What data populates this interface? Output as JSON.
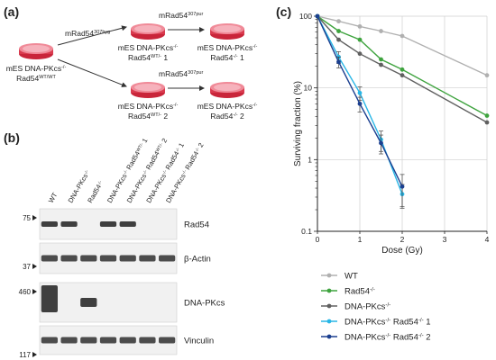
{
  "panel_labels": {
    "a": "(a)",
    "b": "(b)",
    "c": "(c)"
  },
  "panel_a": {
    "parent": {
      "line1": "mES DNA-PKcs",
      "line1_sup": "-/-",
      "line2": "Rad54",
      "line2_sup": "WT/WT"
    },
    "arrow1_label": {
      "text": "mRad54",
      "sup": "307hyg"
    },
    "arrow2_label": {
      "text": "mRad54",
      "sup": "307pur"
    },
    "arrow3_label": {
      "text": "mRad54",
      "sup": "307pur"
    },
    "mid_top": {
      "line1": "mES DNA-PKcs",
      "line1_sup": "-/-",
      "line2": "Rad54",
      "line2_sup": "WT/-",
      "line2_tail": " 1"
    },
    "mid_bottom": {
      "line1": "mES DNA-PKcs",
      "line1_sup": "-/-",
      "line2": "Rad54",
      "line2_sup": "WT/-",
      "line2_tail": " 2"
    },
    "end_top": {
      "line1": "mES DNA-PKcs",
      "line1_sup": "-/-",
      "line2": "Rad54",
      "line2_sup": "-/-",
      "line2_tail": " 1"
    },
    "end_bottom": {
      "line1": "mES DNA-PKcs",
      "line1_sup": "-/-",
      "line2": "Rad54",
      "line2_sup": "-/-",
      "line2_tail": " 2"
    }
  },
  "panel_b": {
    "lanes": [
      {
        "text": "WT",
        "sup": "",
        "tail": ""
      },
      {
        "text": "DNA-PKcs",
        "sup": "-/-",
        "tail": ""
      },
      {
        "text": "Rad54",
        "sup": "-/-",
        "tail": ""
      },
      {
        "text": "DNA-PKcs",
        "sup": "-/-",
        "text2": " Rad54",
        "sup2": "WT/-",
        "tail": " 1"
      },
      {
        "text": "DNA-PKcs",
        "sup": "-/-",
        "text2": " Rad54",
        "sup2": "WT/-",
        "tail": " 2"
      },
      {
        "text": "DNA-PKcs",
        "sup": "-/-",
        "text2": " Rad54",
        "sup2": "-/-",
        "tail": " 1"
      },
      {
        "text": "DNA-PKcs",
        "sup": "-/-",
        "text2": " Rad54",
        "sup2": "-/-",
        "tail": " 2"
      }
    ],
    "blots": [
      {
        "label": "Rad54",
        "marker_top": "75",
        "marker_bottom": "37",
        "bands": [
          1,
          1,
          0,
          1,
          1,
          0,
          0
        ]
      },
      {
        "label": "β-Actin",
        "bands": [
          1,
          1,
          1,
          1,
          1,
          1,
          1
        ]
      },
      {
        "label": "DNA-PKcs",
        "marker_top": "460",
        "bands": [
          1,
          0,
          1,
          0,
          0,
          0,
          0
        ]
      },
      {
        "label": "Vinculin",
        "marker_bottom": "117",
        "bands": [
          1,
          1,
          1,
          1,
          1,
          1,
          1
        ]
      }
    ]
  },
  "chart_data": {
    "type": "line",
    "title": "",
    "xlabel": "Dose (Gy)",
    "ylabel": "Surviving fraction (%)",
    "xlim": [
      0,
      4
    ],
    "ylim": [
      0.1,
      100
    ],
    "yscale": "log",
    "grid": true,
    "legend_position": "bottom",
    "x_ticks": [
      "0",
      "1",
      "2",
      "3",
      "4"
    ],
    "y_ticks": [
      "0.1",
      "1",
      "10",
      "100"
    ],
    "series": [
      {
        "name": "WT",
        "color": "#b0b0b0",
        "x": [
          0,
          0.5,
          1,
          1.5,
          2,
          4
        ],
        "y": [
          100,
          85,
          72,
          62,
          53,
          15
        ]
      },
      {
        "name": "Rad54",
        "name_sup": "-/-",
        "color": "#3ea33e",
        "x": [
          0,
          0.5,
          1,
          1.5,
          2,
          4
        ],
        "y": [
          100,
          62,
          47,
          25,
          18,
          4.1
        ]
      },
      {
        "name": "DNA-PKcs",
        "name_sup": "-/-",
        "color": "#606060",
        "x": [
          0,
          0.5,
          1,
          1.5,
          2,
          4
        ],
        "y": [
          100,
          47,
          30,
          21,
          15,
          3.3
        ]
      },
      {
        "name": "DNA-PKcs",
        "name_sup": "-/-",
        "name2": " Rad54",
        "name2_sup": "-/-",
        "name_tail": " 1",
        "color": "#29b6e6",
        "x": [
          0,
          0.5,
          1,
          1.5,
          2
        ],
        "y": [
          100,
          27,
          8.5,
          1.9,
          0.33
        ],
        "err": [
          0,
          5,
          1.8,
          0.6,
          0.12
        ]
      },
      {
        "name": "DNA-PKcs",
        "name_sup": "-/-",
        "name2": " Rad54",
        "name2_sup": "-/-",
        "name_tail": " 2",
        "color": "#1b3f8f",
        "x": [
          0,
          0.5,
          1,
          1.5,
          2
        ],
        "y": [
          100,
          23,
          6.0,
          1.7,
          0.42
        ],
        "err": [
          0,
          4,
          1.4,
          0.5,
          0.2
        ]
      }
    ]
  }
}
